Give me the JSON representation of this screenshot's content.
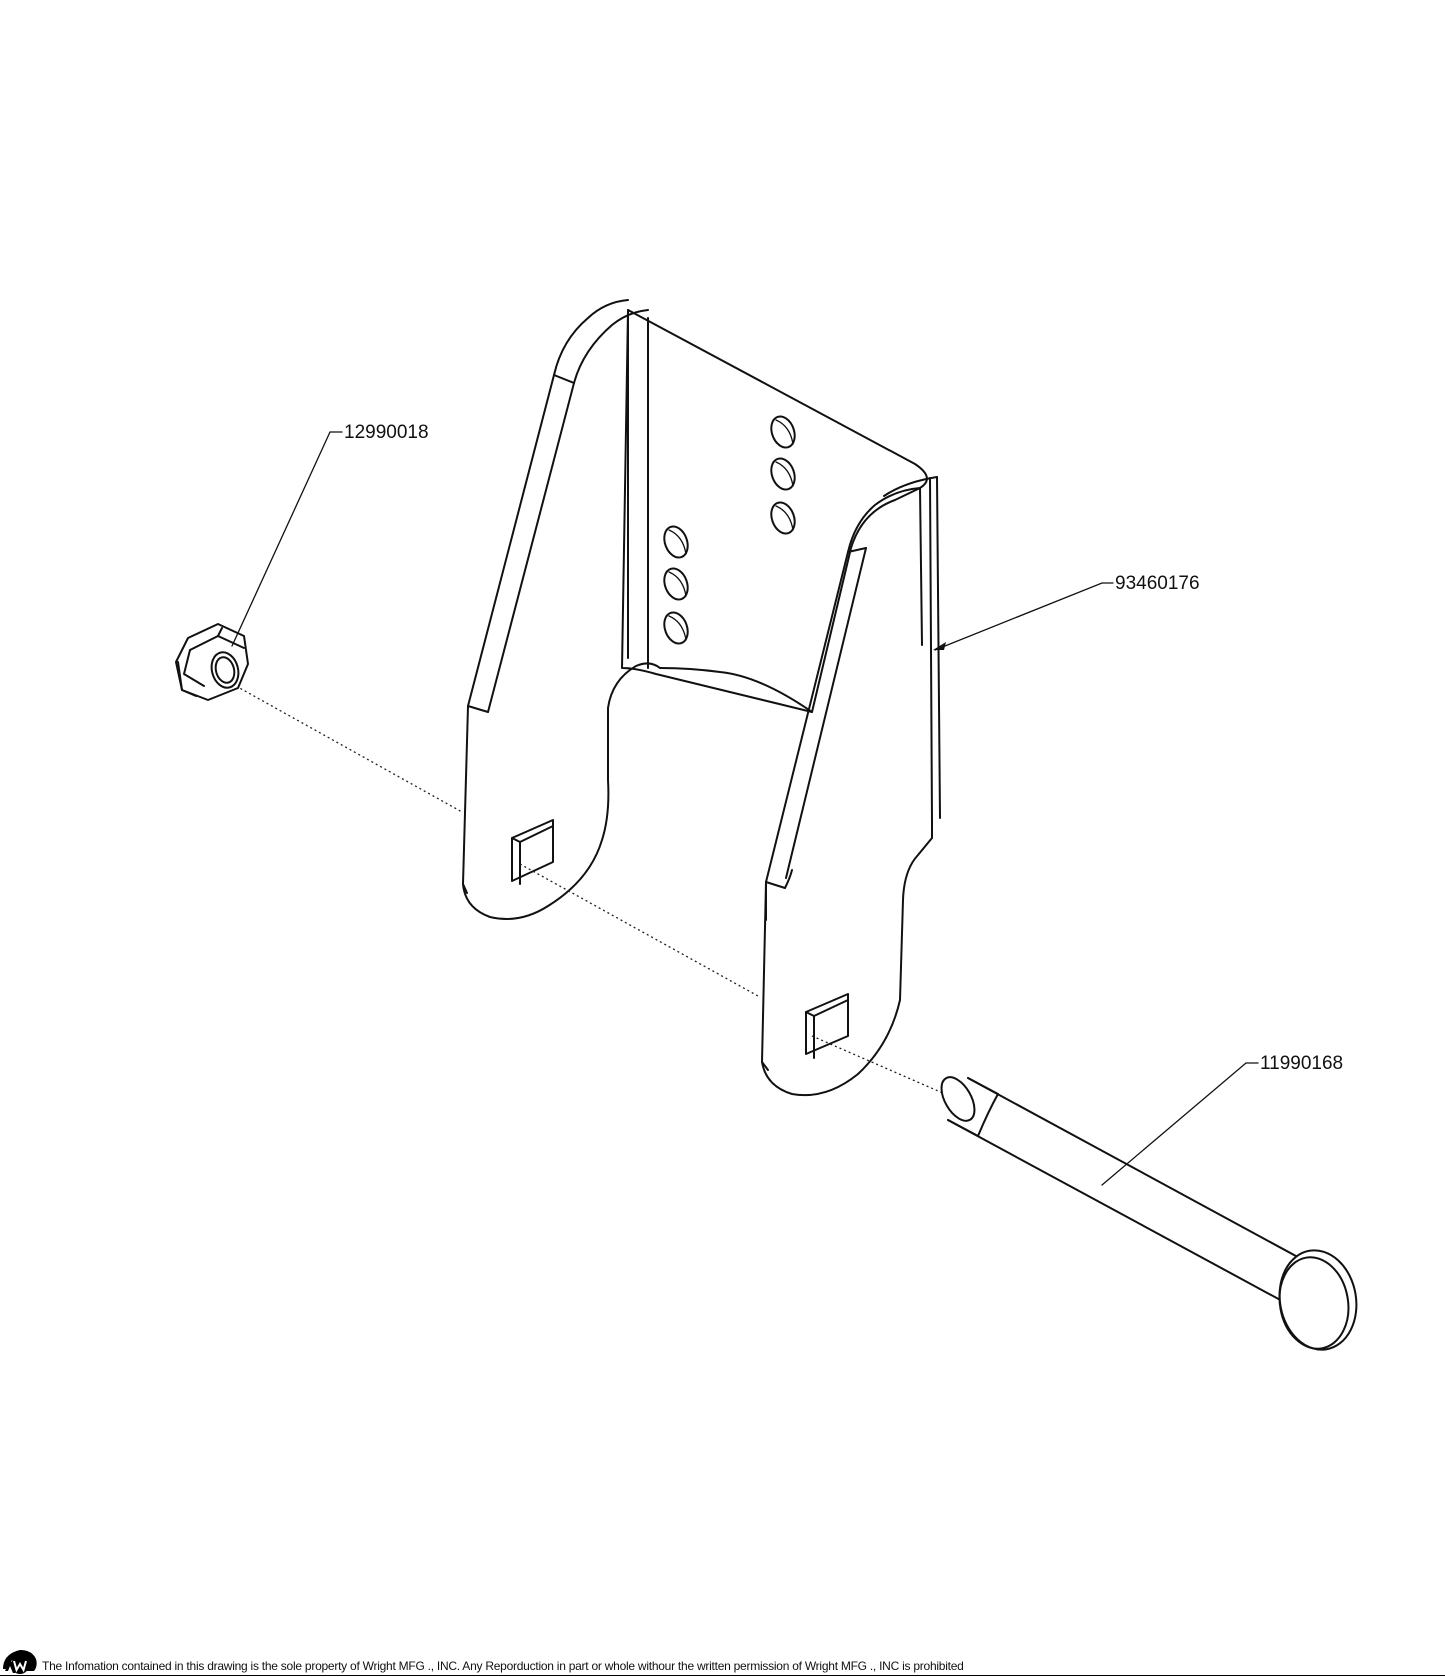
{
  "callouts": {
    "nut": "12990018",
    "bracket": "93460176",
    "pin": "11990168"
  },
  "footer": {
    "notice": "The Infomation contained in this drawing is the sole property of Wright MFG ., INC. Any Reporduction in part or whole withour the written permission of Wright MFG ., INC is prohibited"
  },
  "colors": {
    "line": "#111111",
    "background": "#ffffff"
  }
}
